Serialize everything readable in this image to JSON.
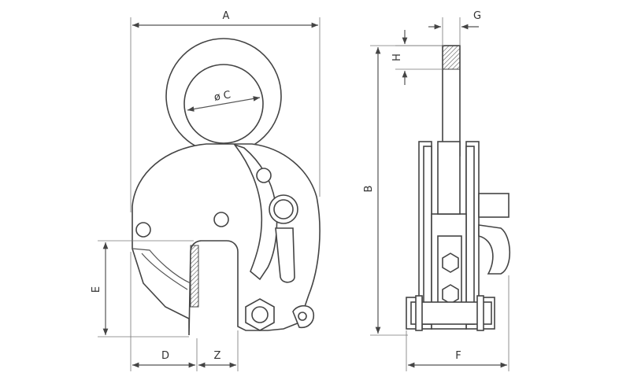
{
  "labels": {
    "A": "A",
    "B": "B",
    "C": "ø C",
    "D": "D",
    "E": "E",
    "F": "F",
    "G": "G",
    "H": "H",
    "Z": "Z"
  }
}
